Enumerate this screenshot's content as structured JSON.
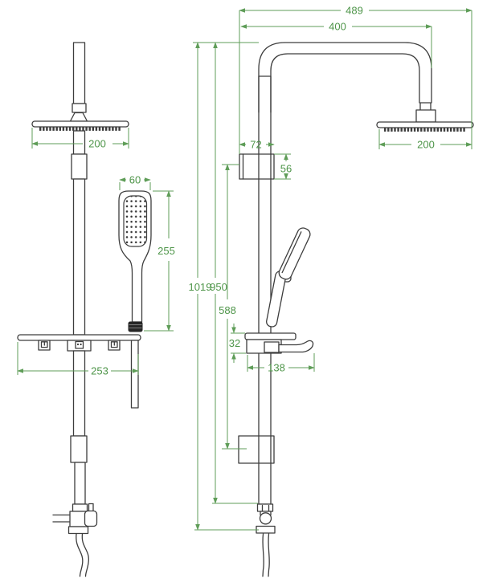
{
  "drawing": {
    "kind": "shower-column technical drawing, two orthographic views",
    "colors": {
      "outline": "#3d3d3d",
      "dimension_green": "#4e9549",
      "background": "#ffffff"
    }
  },
  "views": {
    "side": {
      "dims": {
        "head_width": "200",
        "handshower_width": "60",
        "handshower_length": "255",
        "shelf_width": "253"
      }
    },
    "front": {
      "dims": {
        "overall_arm_width": "489",
        "arm_inner_width": "400",
        "head_width": "200",
        "bracket_width": "72",
        "bracket_height": "56",
        "overall_height": "1019",
        "hose_outlet_height": "950",
        "bracket_distance": "588",
        "slider_height": "32",
        "slider_depth": "138"
      }
    }
  }
}
